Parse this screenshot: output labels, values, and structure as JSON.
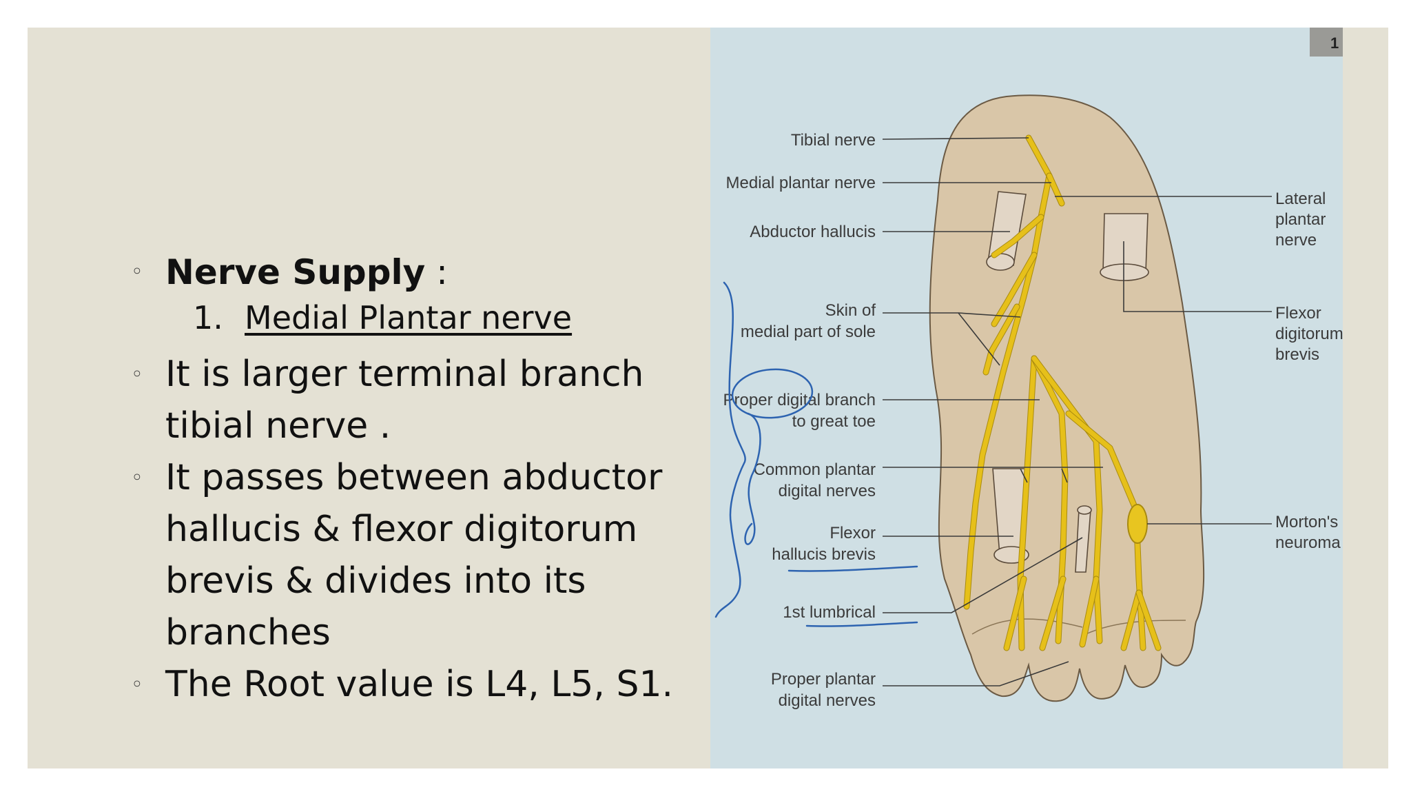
{
  "text": {
    "heading_bold": "Nerve Supply",
    "heading_rest": " :",
    "sub_number": "1.",
    "sub_text": "Medial Plantar nerve",
    "bullet_char": "◦",
    "bullets": [
      [
        "It is larger terminal branch",
        "tibial nerve ."
      ],
      [
        "It passes between abductor",
        "hallucis & flexor digitorum",
        "brevis & divides into its",
        "branches"
      ],
      [
        "The Root value is L4, L5, S1."
      ]
    ]
  },
  "figure": {
    "page_number": "1",
    "labels_left": {
      "tibial_nerve": "Tibial nerve",
      "medial_plantar_nerve": "Medial plantar nerve",
      "abductor_hallucis": "Abductor hallucis",
      "skin_line1": "Skin of",
      "skin_line2": "medial part of sole",
      "proper_digital_line1": "Proper digital branch",
      "proper_digital_line2": "to great toe",
      "common_plantar_line1": "Common plantar",
      "common_plantar_line2": "digital nerves",
      "fhb_line1": "Flexor",
      "fhb_line2": "hallucis brevis",
      "first_lumbrical": "1st lumbrical",
      "proper_plantar_line1": "Proper plantar",
      "proper_plantar_line2": "digital nerves"
    },
    "labels_right": {
      "lateral_line1": "Lateral",
      "lateral_line2": "plantar",
      "lateral_line3": "nerve",
      "fdb_line1": "Flexor",
      "fdb_line2": "digitorum",
      "fdb_line3": "brevis",
      "morton_line1": "Morton's",
      "morton_line2": "neuroma"
    },
    "colors": {
      "background": "#cfdfe4",
      "foot": "#d9c6a8",
      "nerve": "#e6c01a",
      "annotation_ink": "#2d63b0"
    }
  }
}
